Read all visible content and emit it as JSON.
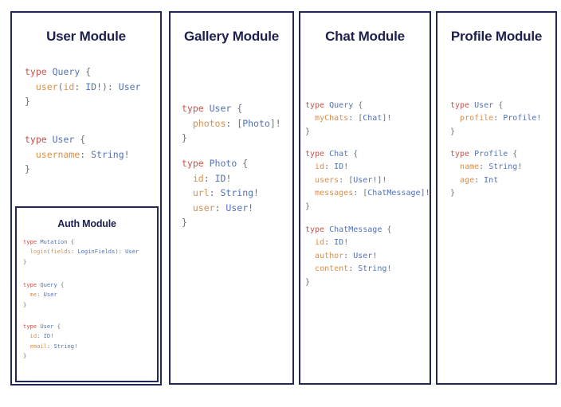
{
  "diagram": {
    "type": "graphql-schema-module-boards",
    "background_color": "#ffffff",
    "border_color": "#232757",
    "title_color": "#1d1f4e",
    "syntax_colors": {
      "keyword": "#c4564e",
      "type_name": "#5372b8",
      "field_name": "#d98f4a",
      "punctuation": "#6b7078"
    }
  },
  "modules": [
    {
      "id": "user",
      "title": "User Module",
      "blocks": [
        {
          "id": "user-query",
          "lines": [
            [
              {
                "t": "type ",
                "c": "kw"
              },
              {
                "t": "Query",
                "c": "type"
              },
              {
                "t": " {",
                "c": "pun"
              }
            ],
            [
              {
                "t": "  ",
                "c": "pun"
              },
              {
                "t": "user",
                "c": "fld"
              },
              {
                "t": "(",
                "c": "pun"
              },
              {
                "t": "id",
                "c": "fld"
              },
              {
                "t": ": ",
                "c": "pun"
              },
              {
                "t": "ID",
                "c": "type"
              },
              {
                "t": "!): ",
                "c": "pun"
              },
              {
                "t": "User",
                "c": "type"
              }
            ],
            [
              {
                "t": "}",
                "c": "pun"
              }
            ]
          ]
        },
        {
          "id": "user-user",
          "lines": [
            [
              {
                "t": "type ",
                "c": "kw"
              },
              {
                "t": "User",
                "c": "type"
              },
              {
                "t": " {",
                "c": "pun"
              }
            ],
            [
              {
                "t": "  ",
                "c": "pun"
              },
              {
                "t": "username",
                "c": "fld"
              },
              {
                "t": ": ",
                "c": "pun"
              },
              {
                "t": "String",
                "c": "type"
              },
              {
                "t": "!",
                "c": "pun"
              }
            ],
            [
              {
                "t": "}",
                "c": "pun"
              }
            ]
          ]
        }
      ],
      "nested": {
        "id": "auth",
        "title": "Auth Module",
        "blocks": [
          {
            "id": "auth-mutation",
            "lines": [
              [
                {
                  "t": "type ",
                  "c": "kw"
                },
                {
                  "t": "Mutation",
                  "c": "type"
                },
                {
                  "t": " {",
                  "c": "pun"
                }
              ],
              [
                {
                  "t": "  ",
                  "c": "pun"
                },
                {
                  "t": "login",
                  "c": "fld"
                },
                {
                  "t": "(",
                  "c": "pun"
                },
                {
                  "t": "fields",
                  "c": "fld"
                },
                {
                  "t": ": ",
                  "c": "pun"
                },
                {
                  "t": "LoginFields",
                  "c": "type"
                },
                {
                  "t": "): ",
                  "c": "pun"
                },
                {
                  "t": "User",
                  "c": "type"
                }
              ],
              [
                {
                  "t": "}",
                  "c": "pun"
                }
              ]
            ]
          },
          {
            "id": "auth-query",
            "lines": [
              [
                {
                  "t": "type ",
                  "c": "kw"
                },
                {
                  "t": "Query",
                  "c": "type"
                },
                {
                  "t": " {",
                  "c": "pun"
                }
              ],
              [
                {
                  "t": "  ",
                  "c": "pun"
                },
                {
                  "t": "me",
                  "c": "fld"
                },
                {
                  "t": ": ",
                  "c": "pun"
                },
                {
                  "t": "User",
                  "c": "type"
                }
              ],
              [
                {
                  "t": "}",
                  "c": "pun"
                }
              ]
            ]
          },
          {
            "id": "auth-user",
            "lines": [
              [
                {
                  "t": "type ",
                  "c": "kw"
                },
                {
                  "t": "User",
                  "c": "type"
                },
                {
                  "t": " {",
                  "c": "pun"
                }
              ],
              [
                {
                  "t": "  ",
                  "c": "pun"
                },
                {
                  "t": "id",
                  "c": "fld"
                },
                {
                  "t": ": ",
                  "c": "pun"
                },
                {
                  "t": "ID",
                  "c": "type"
                },
                {
                  "t": "!",
                  "c": "pun"
                }
              ],
              [
                {
                  "t": "  ",
                  "c": "pun"
                },
                {
                  "t": "email",
                  "c": "fld"
                },
                {
                  "t": ": ",
                  "c": "pun"
                },
                {
                  "t": "String",
                  "c": "type"
                },
                {
                  "t": "!",
                  "c": "pun"
                }
              ],
              [
                {
                  "t": "}",
                  "c": "pun"
                }
              ]
            ]
          }
        ]
      }
    },
    {
      "id": "gallery",
      "title": "Gallery Module",
      "blocks": [
        {
          "id": "gallery-user",
          "lines": [
            [
              {
                "t": "type ",
                "c": "kw"
              },
              {
                "t": "User",
                "c": "type"
              },
              {
                "t": " {",
                "c": "pun"
              }
            ],
            [
              {
                "t": "  ",
                "c": "pun"
              },
              {
                "t": "photos",
                "c": "fld"
              },
              {
                "t": ": [",
                "c": "pun"
              },
              {
                "t": "Photo",
                "c": "type"
              },
              {
                "t": "]!",
                "c": "pun"
              }
            ],
            [
              {
                "t": "}",
                "c": "pun"
              }
            ]
          ]
        },
        {
          "id": "gallery-photo",
          "lines": [
            [
              {
                "t": "type ",
                "c": "kw"
              },
              {
                "t": "Photo",
                "c": "type"
              },
              {
                "t": " {",
                "c": "pun"
              }
            ],
            [
              {
                "t": "  ",
                "c": "pun"
              },
              {
                "t": "id",
                "c": "fld"
              },
              {
                "t": ": ",
                "c": "pun"
              },
              {
                "t": "ID",
                "c": "type"
              },
              {
                "t": "!",
                "c": "pun"
              }
            ],
            [
              {
                "t": "  ",
                "c": "pun"
              },
              {
                "t": "url",
                "c": "fld"
              },
              {
                "t": ": ",
                "c": "pun"
              },
              {
                "t": "String",
                "c": "type"
              },
              {
                "t": "!",
                "c": "pun"
              }
            ],
            [
              {
                "t": "  ",
                "c": "pun"
              },
              {
                "t": "user",
                "c": "fld"
              },
              {
                "t": ": ",
                "c": "pun"
              },
              {
                "t": "User",
                "c": "type"
              },
              {
                "t": "!",
                "c": "pun"
              }
            ],
            [
              {
                "t": "}",
                "c": "pun"
              }
            ]
          ]
        }
      ]
    },
    {
      "id": "chat",
      "title": "Chat Module",
      "blocks": [
        {
          "id": "chat-query",
          "lines": [
            [
              {
                "t": "type ",
                "c": "kw"
              },
              {
                "t": "Query",
                "c": "type"
              },
              {
                "t": " {",
                "c": "pun"
              }
            ],
            [
              {
                "t": "  ",
                "c": "pun"
              },
              {
                "t": "myChats",
                "c": "fld"
              },
              {
                "t": ": [",
                "c": "pun"
              },
              {
                "t": "Chat",
                "c": "type"
              },
              {
                "t": "]!",
                "c": "pun"
              }
            ],
            [
              {
                "t": "}",
                "c": "pun"
              }
            ]
          ]
        },
        {
          "id": "chat-chat",
          "lines": [
            [
              {
                "t": "type ",
                "c": "kw"
              },
              {
                "t": "Chat",
                "c": "type"
              },
              {
                "t": " {",
                "c": "pun"
              }
            ],
            [
              {
                "t": "  ",
                "c": "pun"
              },
              {
                "t": "id",
                "c": "fld"
              },
              {
                "t": ": ",
                "c": "pun"
              },
              {
                "t": "ID",
                "c": "type"
              },
              {
                "t": "!",
                "c": "pun"
              }
            ],
            [
              {
                "t": "  ",
                "c": "pun"
              },
              {
                "t": "users",
                "c": "fld"
              },
              {
                "t": ": [",
                "c": "pun"
              },
              {
                "t": "User",
                "c": "type"
              },
              {
                "t": "!]!",
                "c": "pun"
              }
            ],
            [
              {
                "t": "  ",
                "c": "pun"
              },
              {
                "t": "messages",
                "c": "fld"
              },
              {
                "t": ": [",
                "c": "pun"
              },
              {
                "t": "ChatMessage",
                "c": "type"
              },
              {
                "t": "]!",
                "c": "pun"
              }
            ],
            [
              {
                "t": "}",
                "c": "pun"
              }
            ]
          ]
        },
        {
          "id": "chat-chatmessage",
          "lines": [
            [
              {
                "t": "type ",
                "c": "kw"
              },
              {
                "t": "ChatMessage",
                "c": "type"
              },
              {
                "t": " {",
                "c": "pun"
              }
            ],
            [
              {
                "t": "  ",
                "c": "pun"
              },
              {
                "t": "id",
                "c": "fld"
              },
              {
                "t": ": ",
                "c": "pun"
              },
              {
                "t": "ID",
                "c": "type"
              },
              {
                "t": "!",
                "c": "pun"
              }
            ],
            [
              {
                "t": "  ",
                "c": "pun"
              },
              {
                "t": "author",
                "c": "fld"
              },
              {
                "t": ": ",
                "c": "pun"
              },
              {
                "t": "User",
                "c": "type"
              },
              {
                "t": "!",
                "c": "pun"
              }
            ],
            [
              {
                "t": "  ",
                "c": "pun"
              },
              {
                "t": "content",
                "c": "fld"
              },
              {
                "t": ": ",
                "c": "pun"
              },
              {
                "t": "String",
                "c": "type"
              },
              {
                "t": "!",
                "c": "pun"
              }
            ],
            [
              {
                "t": "}",
                "c": "pun"
              }
            ]
          ]
        }
      ]
    },
    {
      "id": "profile",
      "title": "Profile Module",
      "blocks": [
        {
          "id": "profile-user",
          "lines": [
            [
              {
                "t": "type ",
                "c": "kw"
              },
              {
                "t": "User",
                "c": "type"
              },
              {
                "t": " {",
                "c": "pun"
              }
            ],
            [
              {
                "t": "  ",
                "c": "pun"
              },
              {
                "t": "profile",
                "c": "fld"
              },
              {
                "t": ": ",
                "c": "pun"
              },
              {
                "t": "Profile",
                "c": "type"
              },
              {
                "t": "!",
                "c": "pun"
              }
            ],
            [
              {
                "t": "}",
                "c": "pun"
              }
            ]
          ]
        },
        {
          "id": "profile-profile",
          "lines": [
            [
              {
                "t": "type ",
                "c": "kw"
              },
              {
                "t": "Profile",
                "c": "type"
              },
              {
                "t": " {",
                "c": "pun"
              }
            ],
            [
              {
                "t": "  ",
                "c": "pun"
              },
              {
                "t": "name",
                "c": "fld"
              },
              {
                "t": ": ",
                "c": "pun"
              },
              {
                "t": "String",
                "c": "type"
              },
              {
                "t": "!",
                "c": "pun"
              }
            ],
            [
              {
                "t": "  ",
                "c": "pun"
              },
              {
                "t": "age",
                "c": "fld"
              },
              {
                "t": ": ",
                "c": "pun"
              },
              {
                "t": "Int",
                "c": "type"
              }
            ],
            [
              {
                "t": "}",
                "c": "pun"
              }
            ]
          ]
        }
      ]
    }
  ]
}
